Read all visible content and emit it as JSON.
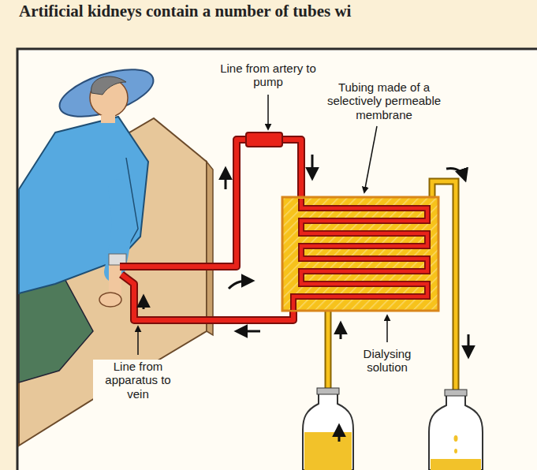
{
  "diagram": {
    "labels": [
      "Artificial kidneys contain a number of tubes wi",
      "Line from artery to pump",
      "Tubing made of a selectively permeable membrane",
      "Dialysing solution",
      "Line from apparatus to vein"
    ]
  }
}
